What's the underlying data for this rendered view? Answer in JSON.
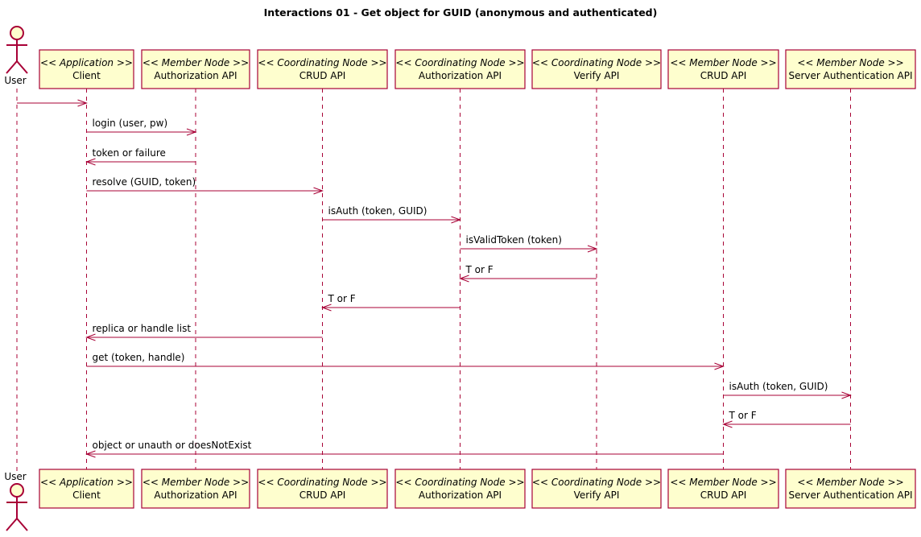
{
  "title": "Interactions 01 - Get object for GUID (anonymous and authenticated)",
  "colors": {
    "line": "#A80036",
    "box_fill": "#FEFECE"
  },
  "actor": {
    "label": "User",
    "icon": "stick-figure-icon"
  },
  "participants": [
    {
      "id": "client",
      "stereotype": "<< Application >>",
      "name": "Client"
    },
    {
      "id": "mn_auth",
      "stereotype": "<< Member Node >>",
      "name": "Authorization API"
    },
    {
      "id": "cn_crud",
      "stereotype": "<< Coordinating Node >>",
      "name": "CRUD API"
    },
    {
      "id": "cn_auth",
      "stereotype": "<< Coordinating Node >>",
      "name": "Authorization API"
    },
    {
      "id": "cn_verify",
      "stereotype": "<< Coordinating Node >>",
      "name": "Verify API"
    },
    {
      "id": "mn_crud",
      "stereotype": "<< Member Node >>",
      "name": "CRUD API"
    },
    {
      "id": "mn_srvauth",
      "stereotype": "<< Member Node >>",
      "name": "Server Authentication API"
    }
  ],
  "messages": [
    {
      "from": "user",
      "to": "client",
      "label": ""
    },
    {
      "from": "client",
      "to": "mn_auth",
      "label": "login (user, pw)"
    },
    {
      "from": "mn_auth",
      "to": "client",
      "label": "token or failure"
    },
    {
      "from": "client",
      "to": "cn_crud",
      "label": "resolve (GUID, token)"
    },
    {
      "from": "cn_crud",
      "to": "cn_auth",
      "label": "isAuth (token, GUID)"
    },
    {
      "from": "cn_auth",
      "to": "cn_verify",
      "label": "isValidToken (token)"
    },
    {
      "from": "cn_verify",
      "to": "cn_auth",
      "label": "T or F"
    },
    {
      "from": "cn_auth",
      "to": "cn_crud",
      "label": "T or F"
    },
    {
      "from": "cn_crud",
      "to": "client",
      "label": "replica or handle list"
    },
    {
      "from": "client",
      "to": "mn_crud",
      "label": "get (token, handle)"
    },
    {
      "from": "mn_crud",
      "to": "mn_srvauth",
      "label": "isAuth (token, GUID)"
    },
    {
      "from": "mn_srvauth",
      "to": "mn_crud",
      "label": "T or F"
    },
    {
      "from": "mn_crud",
      "to": "client",
      "label": "object or unauth or doesNotExist"
    }
  ]
}
